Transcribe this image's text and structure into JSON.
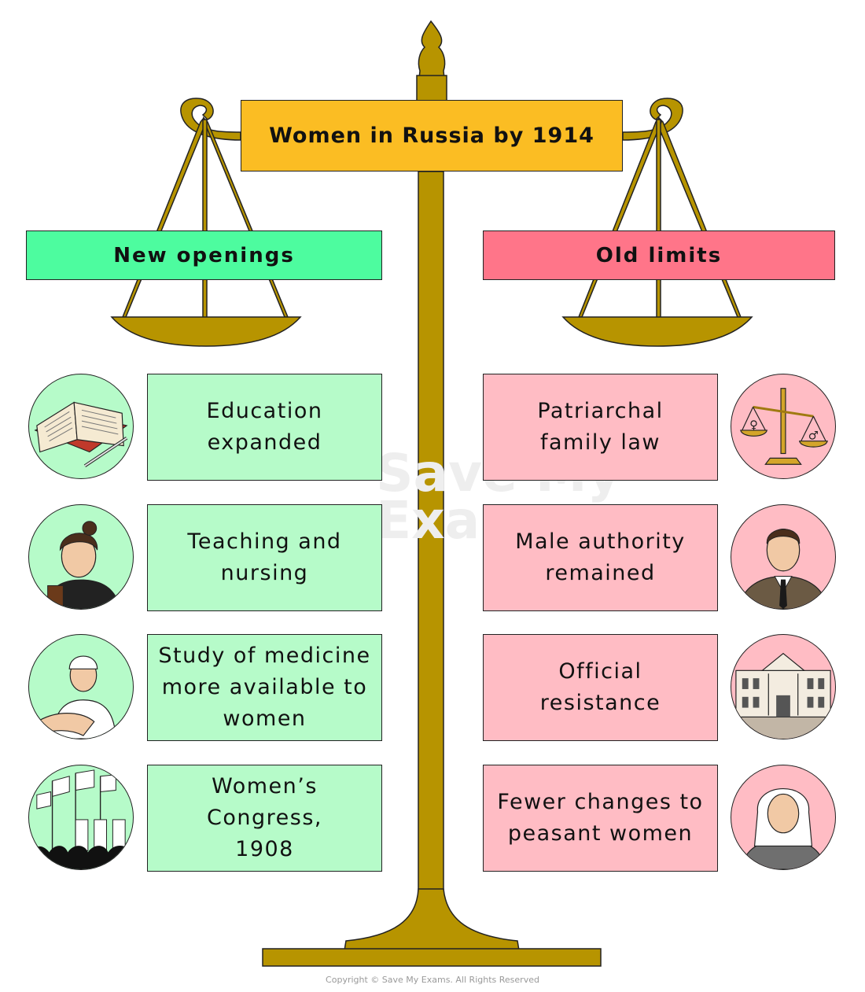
{
  "title": "Women in Russia by 1914",
  "left": {
    "header": "New openings",
    "items": [
      {
        "lines": [
          "Education",
          "expanded"
        ],
        "icon": "open-book-icon"
      },
      {
        "lines": [
          "Teaching and",
          "nursing"
        ],
        "icon": "teacher-icon"
      },
      {
        "lines": [
          "Study of medicine",
          "more available to",
          "women"
        ],
        "icon": "nurse-icon"
      },
      {
        "lines": [
          "Women’s",
          "Congress,",
          "1908"
        ],
        "icon": "congress-flags-icon"
      }
    ]
  },
  "right": {
    "header": "Old limits",
    "items": [
      {
        "lines": [
          "Patriarchal",
          "family law"
        ],
        "icon": "unequal-scales-icon"
      },
      {
        "lines": [
          "Male authority",
          "remained"
        ],
        "icon": "man-portrait-icon"
      },
      {
        "lines": [
          "Official",
          "resistance"
        ],
        "icon": "government-building-icon"
      },
      {
        "lines": [
          "Fewer changes to",
          "peasant women"
        ],
        "icon": "peasant-woman-icon"
      }
    ]
  },
  "watermark": [
    "Save My",
    "Exams"
  ],
  "copyright": "Copyright © Save My Exams. All Rights Reserved",
  "colors": {
    "scale": "#b79400",
    "title_bg": "#fbbd23",
    "left_header": "#4dfc9f",
    "left_item": "#b6fbc9",
    "right_header": "#ff7589",
    "right_item": "#ffbcc4"
  }
}
